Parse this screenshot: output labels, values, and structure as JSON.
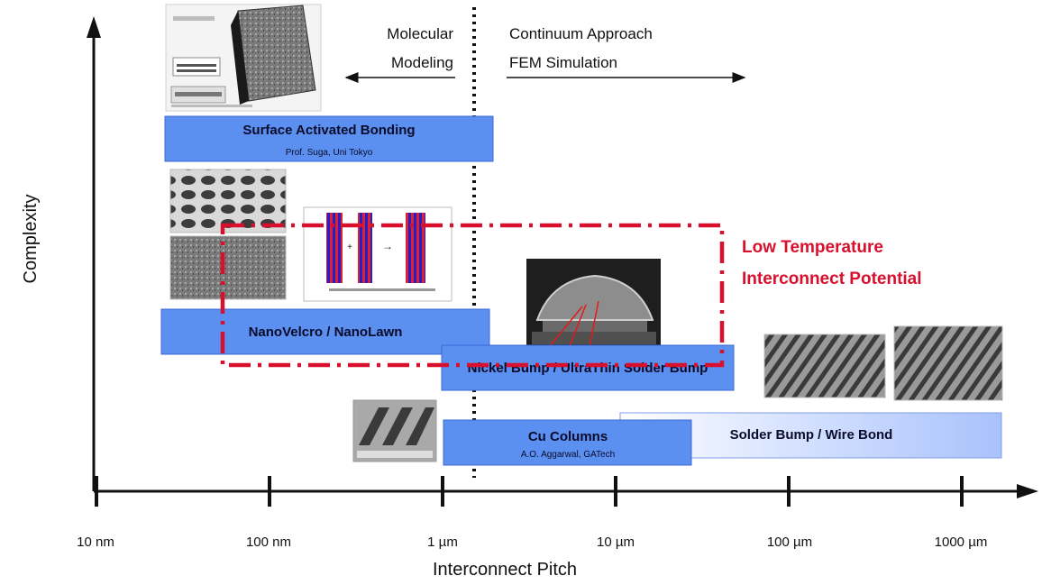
{
  "diagram": {
    "y_axis_title": "Complexity",
    "x_axis_title": "Interconnect Pitch",
    "ticks": [
      "10 nm",
      "100 nm",
      "1 µm",
      "10 µm",
      "100 µm",
      "1000 µm"
    ],
    "divider_labels": {
      "left_line1": "Molecular",
      "left_line2": "Modeling",
      "right_line1": "Continuum Approach",
      "right_line2": "FEM Simulation"
    },
    "technologies": {
      "sab_title": "Surface Activated Bonding",
      "sab_sub": "Prof. Suga, Uni Tokyo",
      "nano_title": "NanoVelcro / NanoLawn",
      "nickel_title": "Nickel Bump / UltraThin Solder Bump",
      "cu_title": "Cu Columns",
      "cu_sub": "A.O. Aggarwal, GATech",
      "solder_title": "Solder Bump / Wire Bond"
    },
    "highlight": {
      "line1": "Low Temperature",
      "line2": "Interconnect Potential"
    },
    "colors": {
      "box_fill": "#5b8ff0",
      "box_fill_light": "#e6eeff",
      "highlight_red": "#d8102e",
      "axis": "#111111"
    }
  }
}
